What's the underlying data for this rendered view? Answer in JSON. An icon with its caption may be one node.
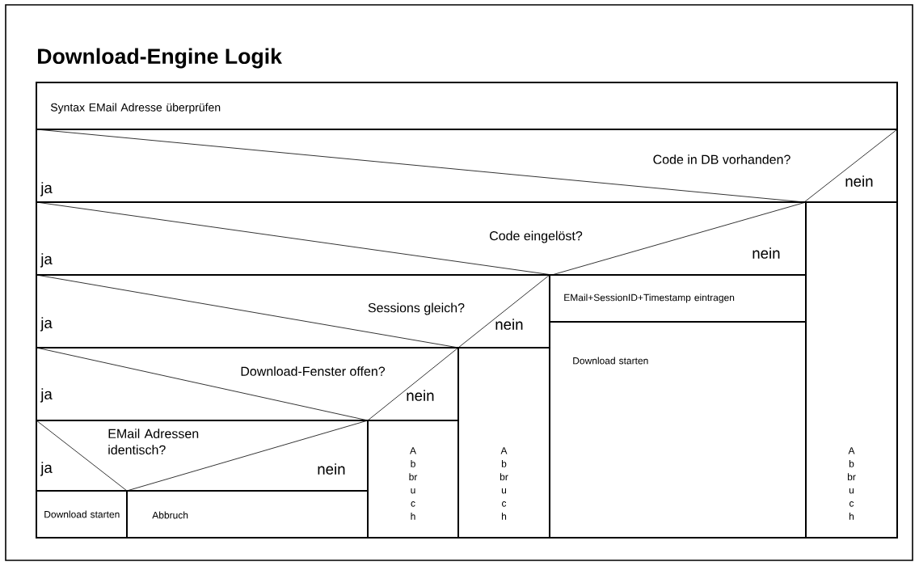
{
  "diagram": {
    "title": "Download-Engine Logik",
    "nodes": [
      {
        "text": [
          "Syntax EMail Adresse überprüfen"
        ]
      },
      {
        "text": [
          "Code in DB vorhanden?",
          "ja",
          "nein"
        ]
      },
      {
        "text": [
          "Code eingelöst?",
          "ja",
          "nein"
        ]
      },
      {
        "text": [
          "EMail+SessionID+Timestamp eintragen"
        ]
      },
      {
        "text": [
          "Download starten"
        ]
      },
      {
        "text": [
          "Sessions gleich?",
          "ja",
          "nein"
        ]
      },
      {
        "text": [
          "Abbruch"
        ]
      },
      {
        "text": [
          "Download-Fenster offen?",
          "ja",
          "nein"
        ]
      },
      {
        "text": [
          "Abbruch"
        ]
      },
      {
        "text": [
          "EMail Adressen identisch?",
          "ja",
          "nein"
        ]
      },
      {
        "text": [
          "Download starten"
        ]
      },
      {
        "text": [
          "Abbruch"
        ]
      },
      {
        "text": [
          "Abbruch"
        ]
      }
    ]
  }
}
